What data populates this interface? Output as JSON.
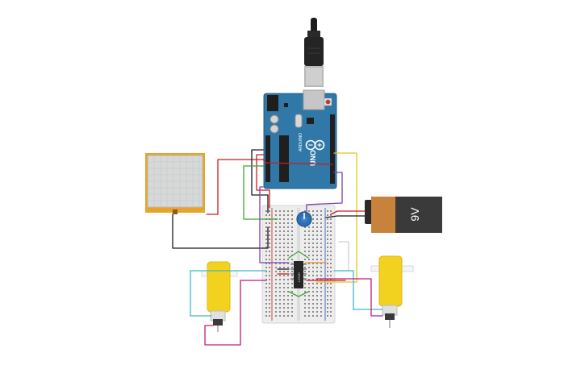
{
  "arduino": {
    "brand": "ARDUINO",
    "model": "UNO"
  },
  "battery": {
    "label": "9V"
  },
  "chip": {
    "label": "L293D"
  },
  "colors": {
    "board_blue": "#2f78a8",
    "breadboard": "#ededed",
    "battery_body": "#3a3a3a",
    "battery_copper": "#c8823c",
    "motor_yellow": "#f2d21e",
    "touch_pad": "#e9a22a",
    "knob_blue": "#2e6fb5",
    "wire_red": "#d11a1a",
    "wire_black": "#1a1a1a",
    "wire_green": "#3aa832",
    "wire_purple": "#7b3fb0",
    "wire_yellow": "#e8c21a",
    "wire_cyan": "#3fb8c8",
    "wire_magenta": "#c01a7a",
    "wire_orange": "#f08a1a"
  },
  "icons": {
    "usb_cable": "usb-plug-icon",
    "reset_button": "reset-button-icon",
    "potentiometer": "potentiometer-knob-icon"
  }
}
